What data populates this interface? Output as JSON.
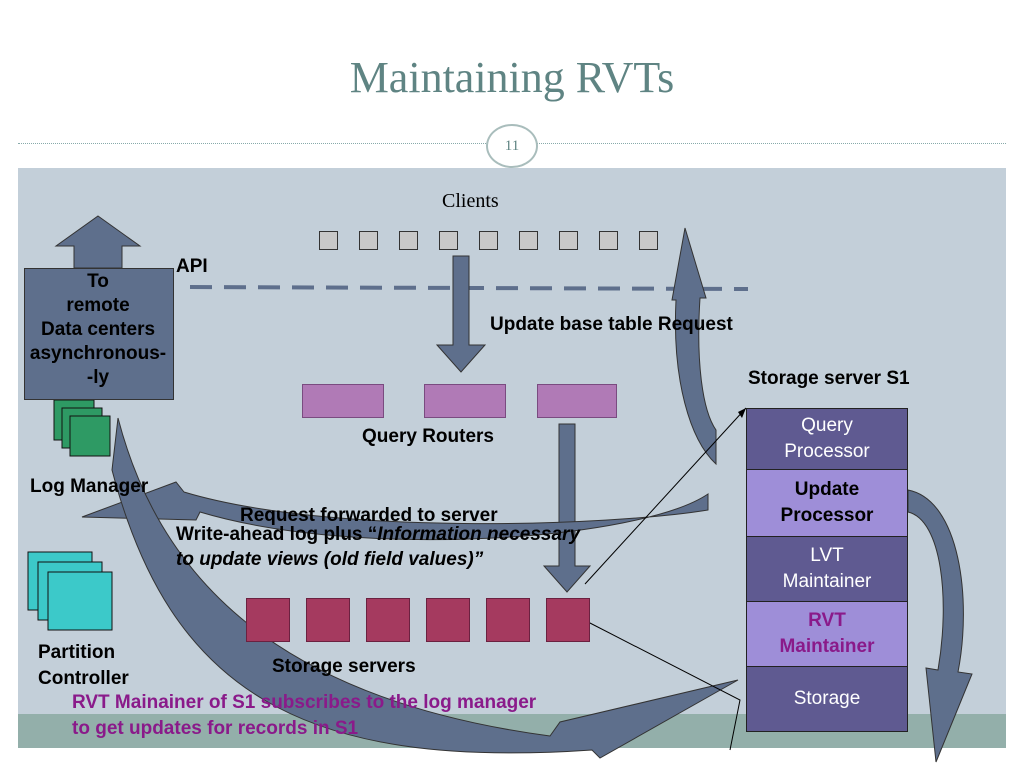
{
  "title": "Maintaining RVTs",
  "slide_number": "11",
  "clients_label": "Clients",
  "api_label": "API",
  "remote_label": [
    "To",
    "remote",
    "Data centers",
    "asynchronous-",
    "-ly"
  ],
  "update_request_label": "Update base table Request",
  "storage_server_label": "Storage server S1",
  "query_routers_label": "Query Routers",
  "log_manager_label": "Log Manager",
  "request_forwarded_label": "Request forwarded to server",
  "write_ahead_prefix": "Write-ahead log plus “",
  "write_ahead_italic": "Information necessary",
  "write_ahead_line2": "to update views (old field values)”",
  "partition_controller_label": [
    "Partition",
    "Controller"
  ],
  "storage_servers_label": "Storage servers",
  "rvt_note": [
    "RVT Mainainer of S1 subscribes to the log manager",
    "to get updates for records in S1"
  ],
  "stack": [
    {
      "label": "Query Processor",
      "bg": "#5f5a91"
    },
    {
      "label": "Update Processor",
      "bg": "#9e8ed8"
    },
    {
      "label": "LVT Maintainer",
      "bg": "#5f5a91"
    },
    {
      "label": "RVT Maintainer",
      "bg": "#9e8ed8"
    },
    {
      "label": "Storage",
      "bg": "#5f5a91"
    }
  ],
  "colors": {
    "arrow_fill": "#5e6f8c",
    "log_manager": "#2e9a64",
    "partition_controller": "#3cc9c9",
    "note_text": "#8a1a8a"
  }
}
